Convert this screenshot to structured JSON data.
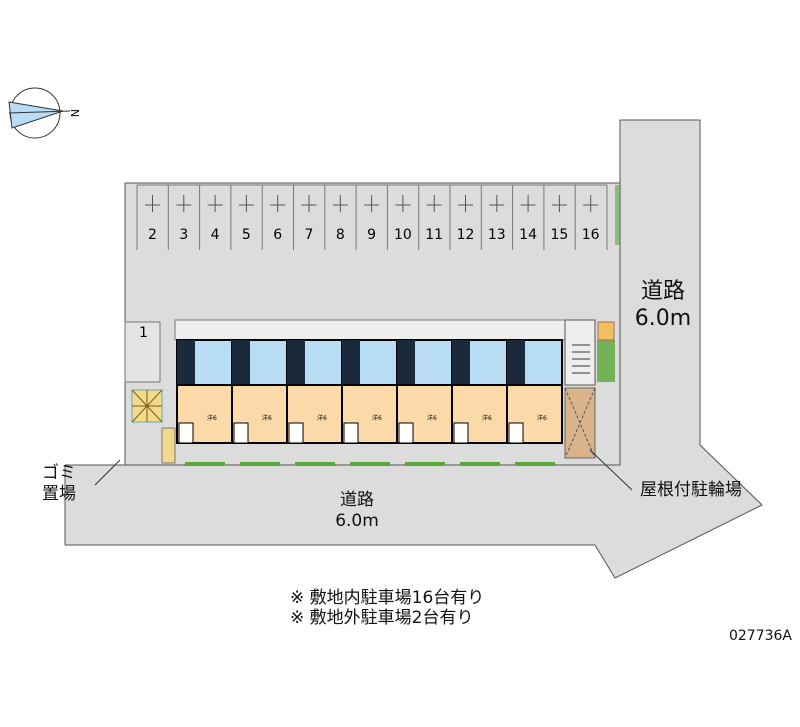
{
  "compass": {
    "north_label": "N",
    "icon": "north-arrow-icon"
  },
  "parking": {
    "spaces": [
      "2",
      "3",
      "4",
      "5",
      "6",
      "7",
      "8",
      "9",
      "10",
      "11",
      "12",
      "13",
      "14",
      "15",
      "16"
    ],
    "extra_space": "1"
  },
  "roads": {
    "right": {
      "name": "道路",
      "width": "6.0m"
    },
    "bottom": {
      "name": "道路",
      "width": "6.0m"
    }
  },
  "labels": {
    "garbage_line1": "ゴミ",
    "garbage_line2": "置場",
    "bicycle": "屋根付駐輪場"
  },
  "building": {
    "units": 7,
    "room_label": "洋6"
  },
  "notes": [
    "※ 敷地内駐車場16台有り",
    "※ 敷地外駐車場2台有り"
  ],
  "code": "027736A",
  "colors": {
    "road": "#dcdcdc",
    "wet": "#b9dcf5",
    "room": "#fbd9a8",
    "bike": "#d9b48a",
    "green": "#5aa83a"
  }
}
